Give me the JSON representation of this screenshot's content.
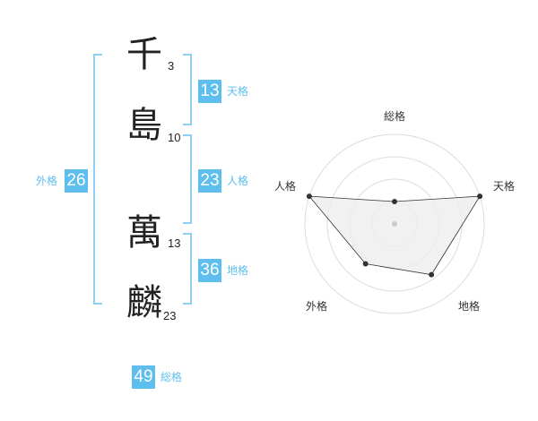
{
  "name": {
    "chars": [
      {
        "kanji": "千",
        "strokes": "3"
      },
      {
        "kanji": "島",
        "strokes": "10"
      },
      {
        "kanji": "萬",
        "strokes": "13"
      },
      {
        "kanji": "麟",
        "strokes": "23"
      }
    ]
  },
  "fortunes": {
    "tenkaku": {
      "value": "13",
      "label": "天格"
    },
    "jinkaku": {
      "value": "23",
      "label": "人格"
    },
    "chikaku": {
      "value": "36",
      "label": "地格"
    },
    "gaikaku": {
      "value": "26",
      "label": "外格"
    },
    "soukaku": {
      "value": "49",
      "label": "総格"
    }
  },
  "colors": {
    "accent": "#5ebfee",
    "bracket": "#8ccff2",
    "radar_fill": "#eeeeee"
  },
  "chart_data": {
    "type": "radar",
    "axes": [
      "総格",
      "天格",
      "地格",
      "外格",
      "人格"
    ],
    "values": [
      0.25,
      1.0,
      0.7,
      0.55,
      1.0
    ],
    "range": [
      0,
      1
    ],
    "rings": 4
  }
}
